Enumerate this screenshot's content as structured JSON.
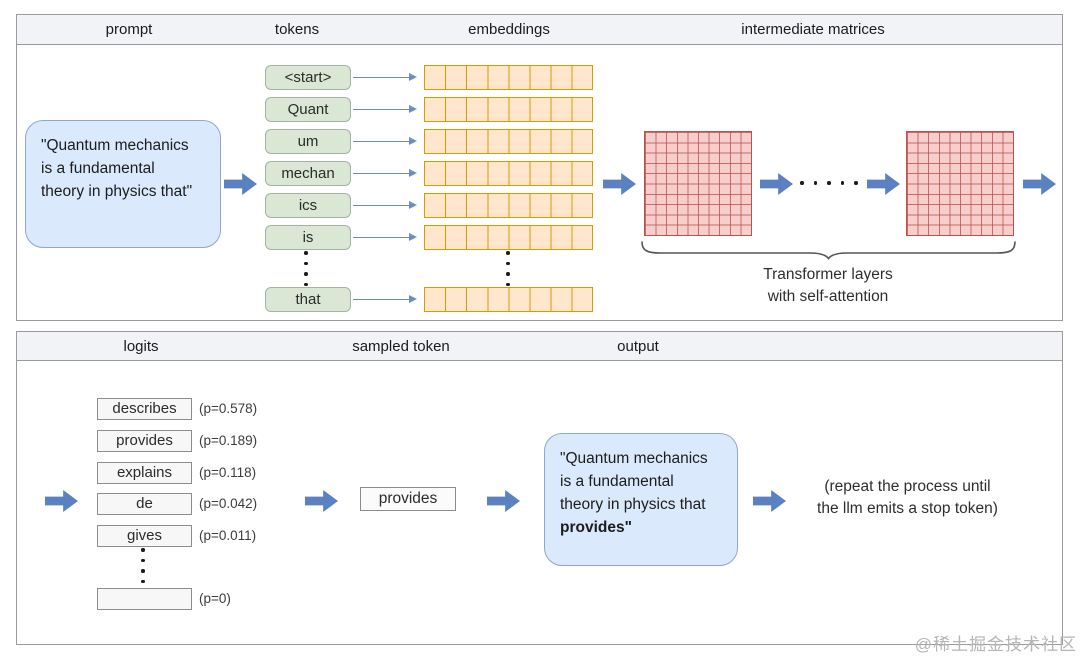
{
  "colors": {
    "accent_arrow_blue": "#5c81c0",
    "connector_blue": "#6c8ebf",
    "prompt_box_fill": "#dbe9fc",
    "prompt_box_border": "#8ea7ce",
    "token_fill": "#d9e7d4",
    "token_border": "#a4b4a0",
    "embedding_fill": "#ffe6cc",
    "embedding_border": "#d79b00",
    "matrix_fill": "#f8cecc",
    "matrix_border": "#b85450",
    "lane_header_fill": "#f2f3f6"
  },
  "top_section": {
    "headers": {
      "prompt": "prompt",
      "tokens": "tokens",
      "embeddings": "embeddings",
      "matrices": "intermediate matrices"
    },
    "prompt_text": "\"Quantum mechanics is a fundamental theory in physics that\"",
    "tokens": [
      "<start>",
      "Quant",
      "um",
      "mechan",
      "ics",
      "is",
      "that"
    ],
    "transformer_label_line1": "Transformer layers",
    "transformer_label_line2": "with self-attention"
  },
  "bottom_section": {
    "headers": {
      "logits": "logits",
      "sampled": "sampled token",
      "output": "output"
    },
    "logits": [
      {
        "token": "describes",
        "prob": "(p=0.578)"
      },
      {
        "token": "provides",
        "prob": "(p=0.189)"
      },
      {
        "token": "explains",
        "prob": "(p=0.118)"
      },
      {
        "token": "de",
        "prob": "(p=0.042)"
      },
      {
        "token": "gives",
        "prob": "(p=0.011)"
      },
      {
        "token": "",
        "prob": "(p=0)"
      }
    ],
    "sampled_token": "provides",
    "output_text_before": "\"Quantum mechanics is a fundamental theory in physics that ",
    "output_text_bold": "provides",
    "output_text_after": "\"",
    "note_line1": "(repeat the process until",
    "note_line2": "the llm emits a stop token)"
  },
  "footer": {
    "watermark": "@稀土掘金技术社区"
  }
}
